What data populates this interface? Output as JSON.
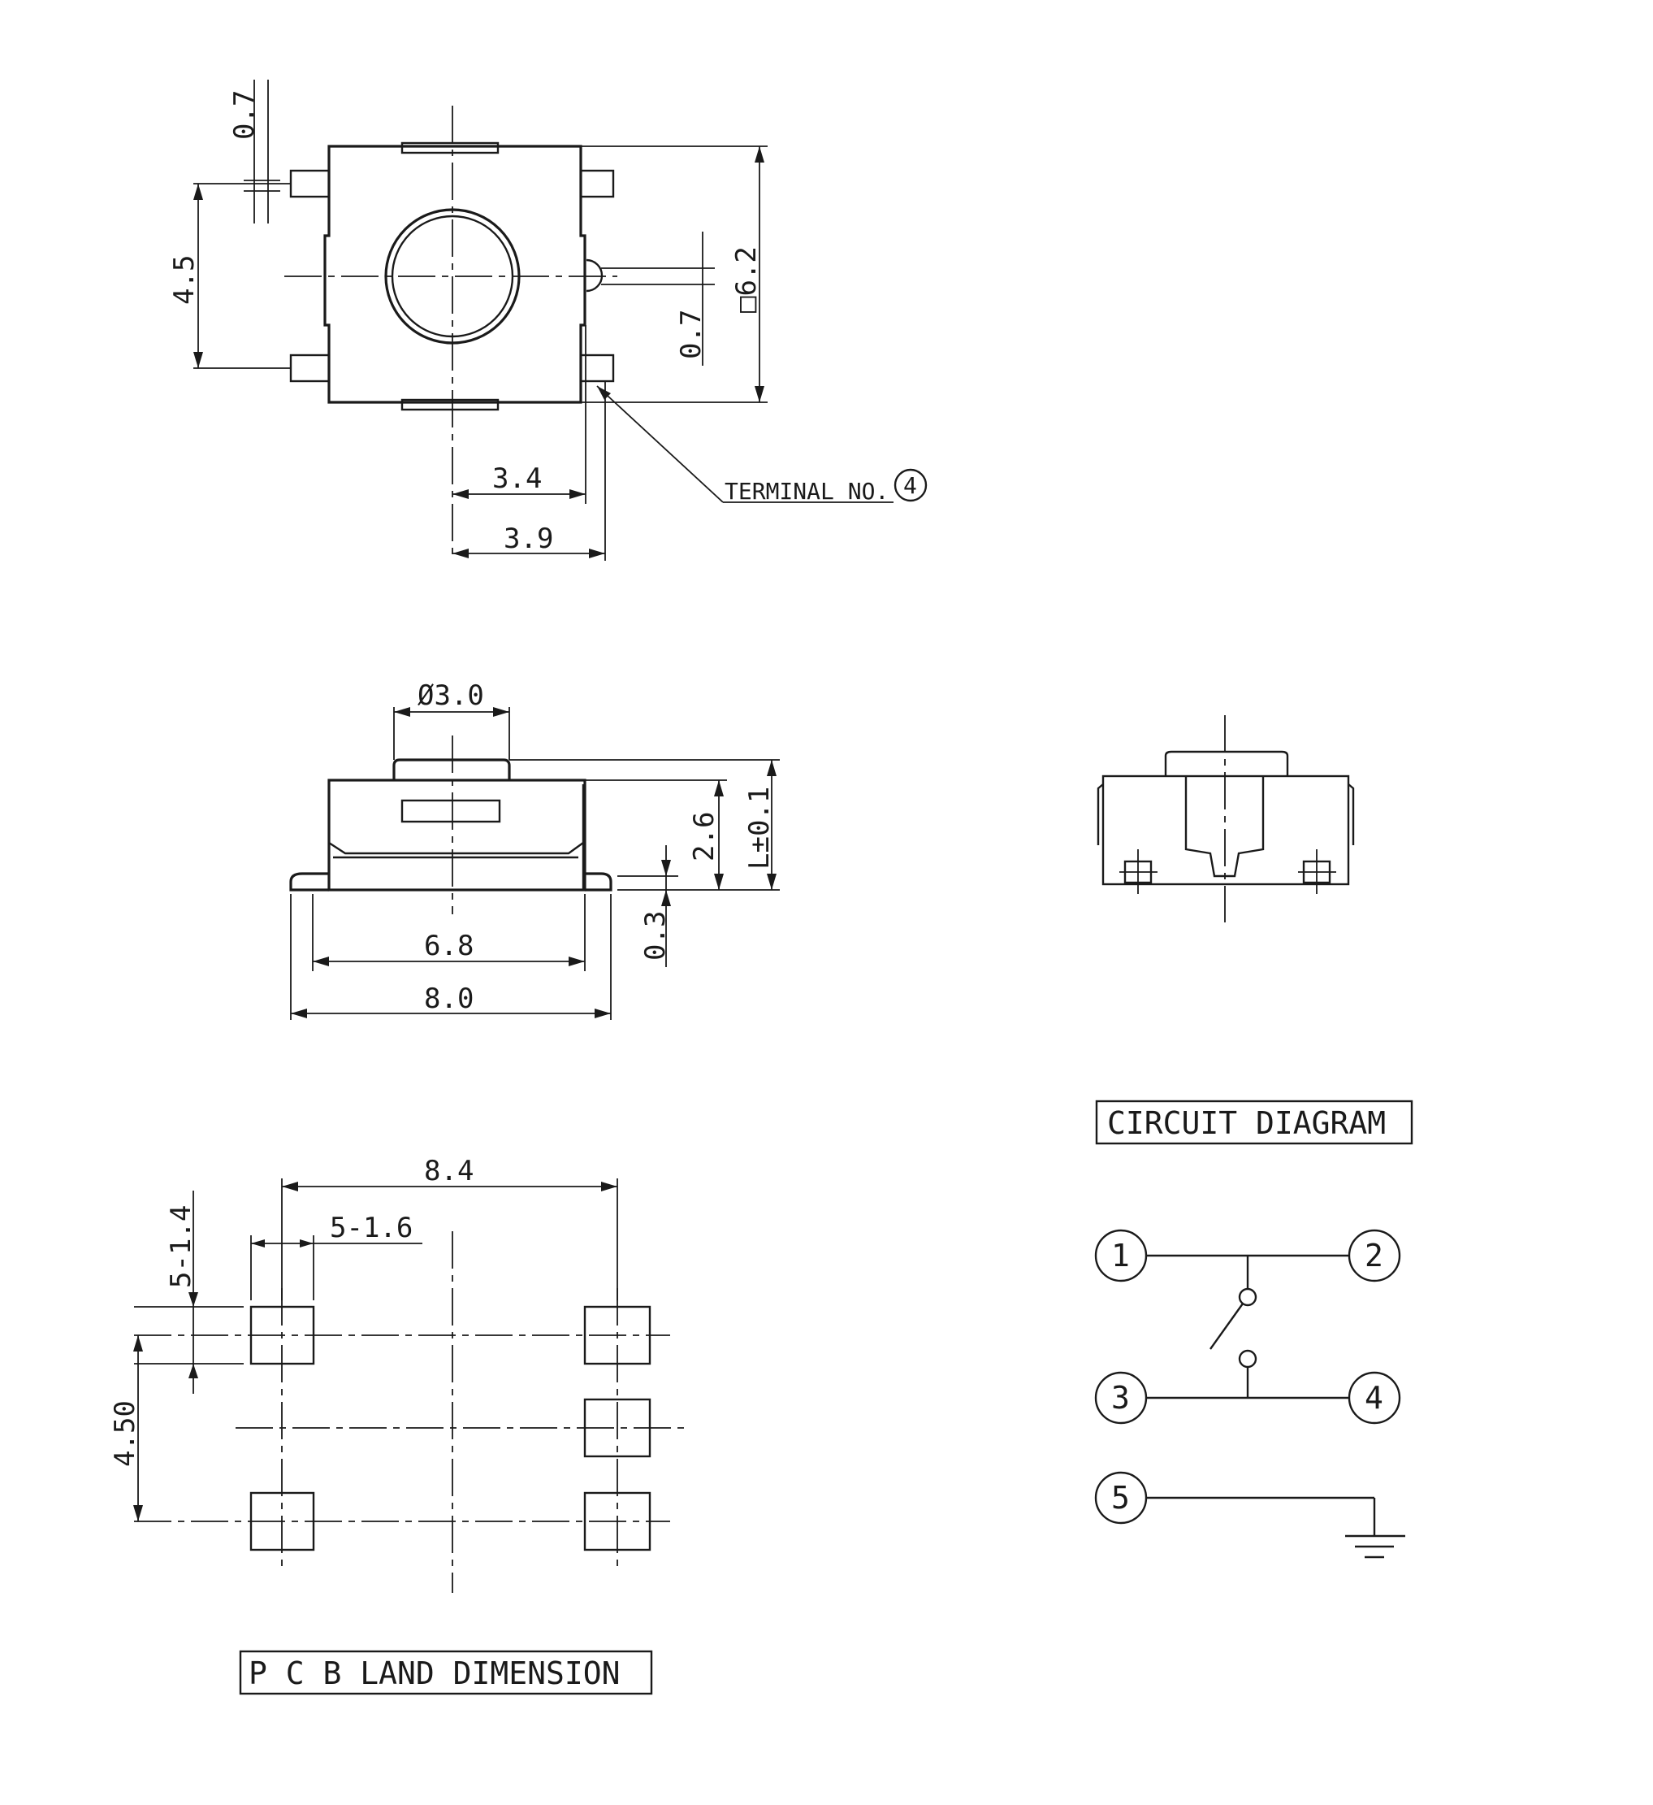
{
  "top_view": {
    "dim_top": "0.7",
    "dim_left": "4.5",
    "dim_right": "□6.2",
    "dim_mid": "0.7",
    "dim_bottom_inner": "3.4",
    "dim_bottom_outer": "3.9",
    "terminal_label": "TERMINAL NO.",
    "terminal_number": "4"
  },
  "side_view": {
    "dim_dia": "Ø3.0",
    "dim_height": "2.6",
    "dim_total": "L±0.1",
    "dim_lead": "0.3",
    "dim_inner_width": "6.8",
    "dim_outer_width": "8.0"
  },
  "pcb_land": {
    "title": "P C B LAND DIMENSION",
    "dim_width": "8.4",
    "dim_pad_w": "5-1.6",
    "dim_pad_h": "5-1.4",
    "dim_pitch": "4.50"
  },
  "circuit": {
    "title": "CIRCUIT DIAGRAM",
    "terminals": [
      "1",
      "2",
      "3",
      "4",
      "5"
    ]
  }
}
